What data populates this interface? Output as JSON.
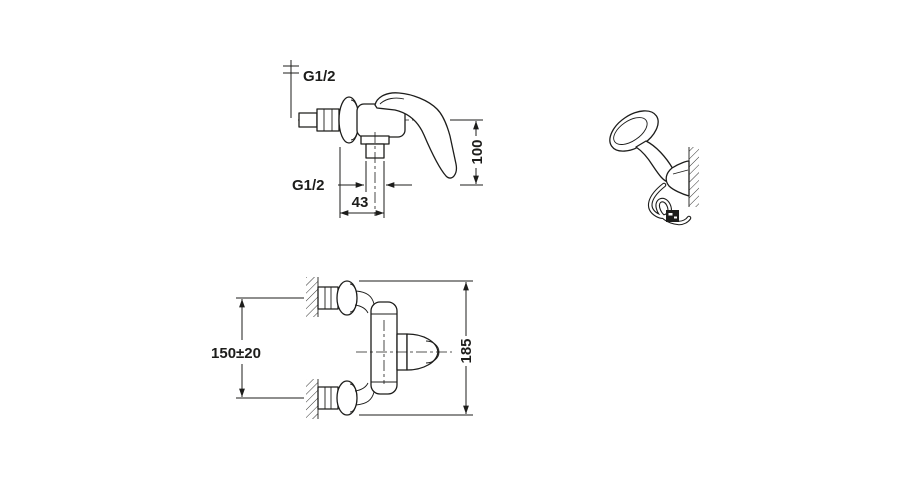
{
  "document": {
    "background_color": "#ffffff",
    "ink_color": "#1d1d1b"
  },
  "side_view": {
    "inlet_thread_label": "G1/2",
    "outlet_thread_label": "G1/2",
    "wall_to_outlet_depth": "43",
    "height_below_axis": "100"
  },
  "front_view": {
    "connection_spacing": "150±20",
    "overall_height": "185"
  }
}
